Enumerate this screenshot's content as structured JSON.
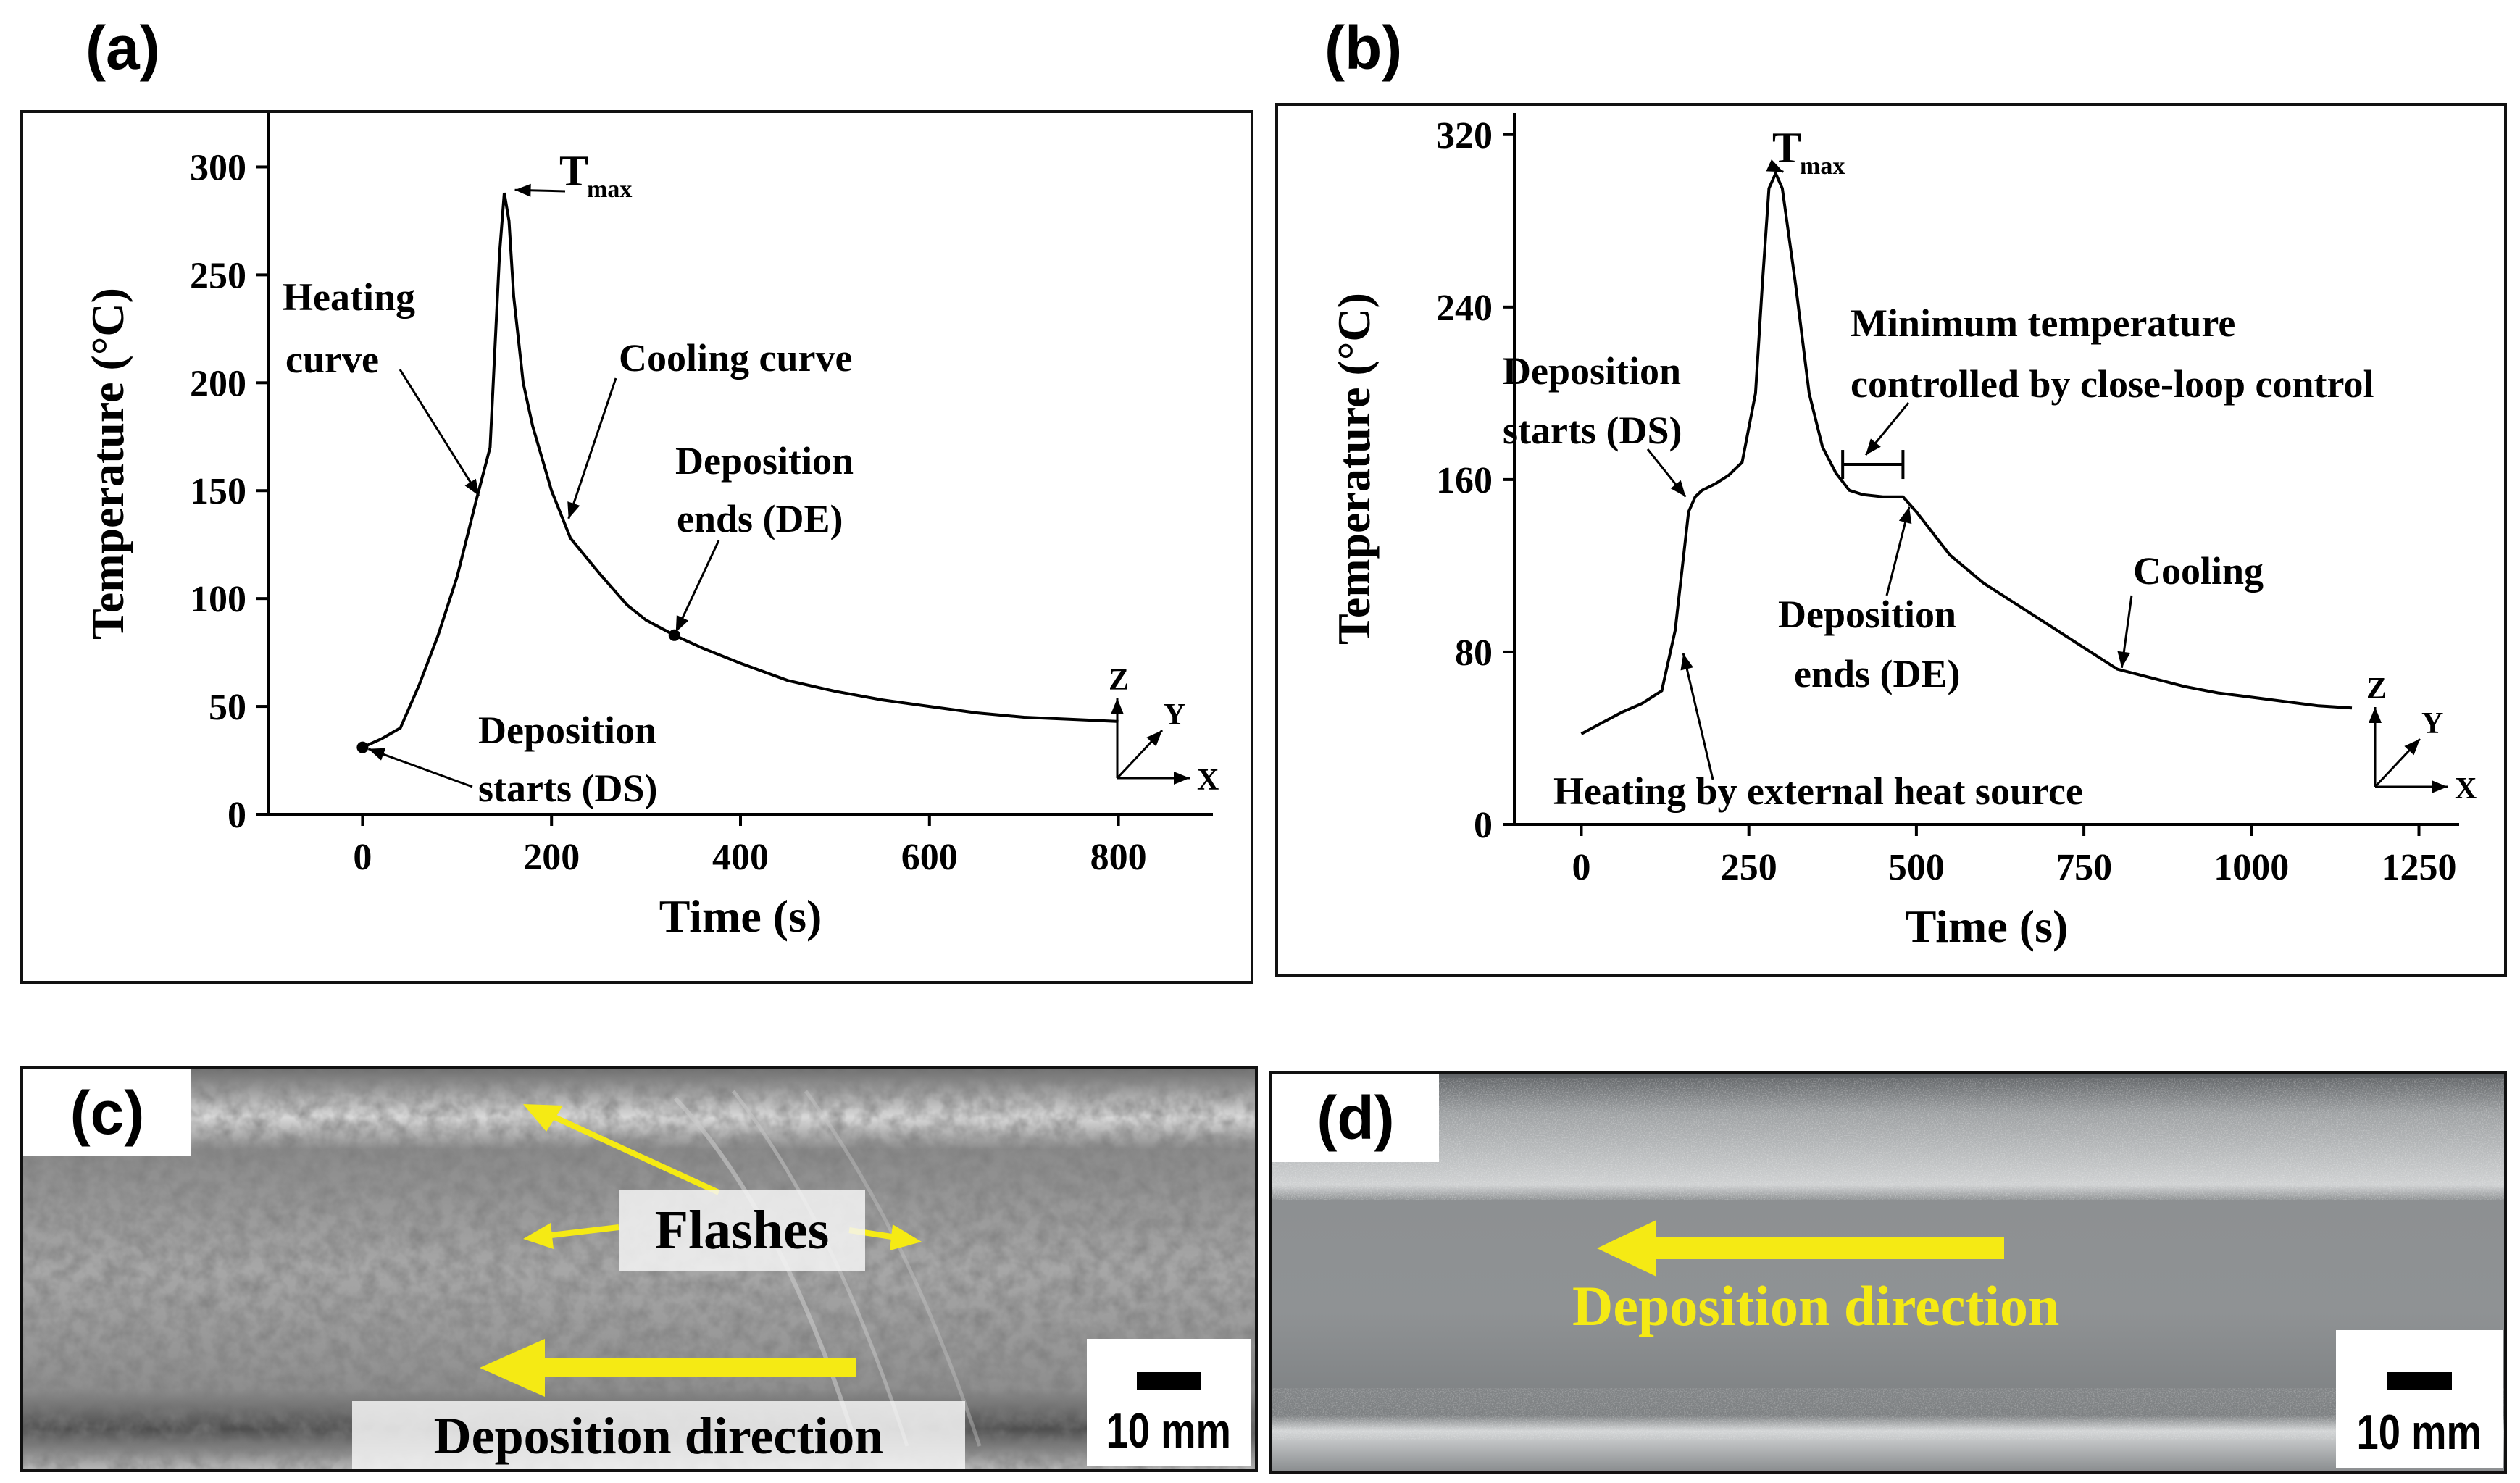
{
  "panels": {
    "a": "(a)",
    "b": "(b)",
    "c": "(c)",
    "d": "(d)"
  },
  "chart_data": [
    {
      "type": "line",
      "panel": "a",
      "xlabel": "Time (s)",
      "ylabel": "Temperature (°C)",
      "xlim": [
        -100,
        900
      ],
      "ylim": [
        0,
        325
      ],
      "xticks": [
        0,
        200,
        400,
        600,
        800
      ],
      "yticks": [
        0,
        50,
        100,
        150,
        200,
        250,
        300
      ],
      "series": [
        {
          "x": [
            0,
            20,
            40,
            60,
            80,
            100,
            120,
            135,
            145,
            150,
            155,
            160,
            170,
            180,
            200,
            220,
            250,
            280,
            300,
            330,
            360,
            400,
            450,
            500,
            550,
            600,
            650,
            700,
            750,
            800
          ],
          "y": [
            31,
            35,
            40,
            60,
            83,
            110,
            145,
            170,
            260,
            288,
            275,
            240,
            200,
            180,
            150,
            128,
            112,
            97,
            90,
            83,
            77,
            70,
            62,
            57,
            53,
            50,
            47,
            45,
            44,
            43
          ]
        }
      ],
      "annotations": {
        "tmax_main": "T",
        "tmax_sub": "max",
        "heating1": "Heating",
        "heating2": "curve",
        "cooling": "Cooling curve",
        "dep_ends1": "Deposition",
        "dep_ends2": "ends (DE)",
        "dep_starts1": "Deposition",
        "dep_starts2": "starts (DS)"
      },
      "axes_icon": {
        "z": "Z",
        "y": "Y",
        "x": "X"
      }
    },
    {
      "type": "line",
      "panel": "b",
      "xlabel": "Time (s)",
      "ylabel": "Temperature (°C)",
      "xlim": [
        -100,
        1310
      ],
      "ylim": [
        0,
        330
      ],
      "xticks": [
        0,
        250,
        500,
        750,
        1000,
        1250
      ],
      "yticks": [
        0,
        80,
        160,
        240,
        320
      ],
      "series": [
        {
          "x": [
            0,
            30,
            60,
            90,
            120,
            140,
            160,
            170,
            180,
            200,
            220,
            240,
            260,
            270,
            280,
            290,
            300,
            320,
            340,
            360,
            380,
            400,
            420,
            450,
            480,
            500,
            550,
            600,
            650,
            700,
            750,
            800,
            850,
            900,
            950,
            1000,
            1050,
            1100,
            1150
          ],
          "y": [
            42,
            47,
            52,
            56,
            62,
            90,
            145,
            152,
            155,
            158,
            162,
            168,
            200,
            250,
            295,
            302,
            295,
            250,
            200,
            175,
            163,
            155,
            153,
            152,
            152,
            145,
            125,
            112,
            102,
            92,
            82,
            72,
            68,
            64,
            61,
            59,
            57,
            55,
            54
          ]
        }
      ],
      "annotations": {
        "tmax_main": "T",
        "tmax_sub": "max",
        "dep_starts1": "Deposition",
        "dep_starts2": "starts (DS)",
        "min_temp1": "Minimum temperature",
        "min_temp2": "controlled by close-loop control",
        "dep_ends1": "Deposition",
        "dep_ends2": "ends (DE)",
        "cooling": "Cooling",
        "heating_ext": "Heating by external heat source"
      },
      "axes_icon": {
        "z": "Z",
        "y": "Y",
        "x": "X"
      }
    }
  ],
  "photo_c": {
    "flashes": "Flashes",
    "direction": "Deposition direction",
    "scale": "10 mm"
  },
  "photo_d": {
    "direction": "Deposition direction",
    "scale": "10 mm"
  },
  "colors": {
    "arrow_yellow": "#f5ea14",
    "photo_c_base": "#9a9a9a",
    "photo_d_base": "#8c8f91"
  }
}
